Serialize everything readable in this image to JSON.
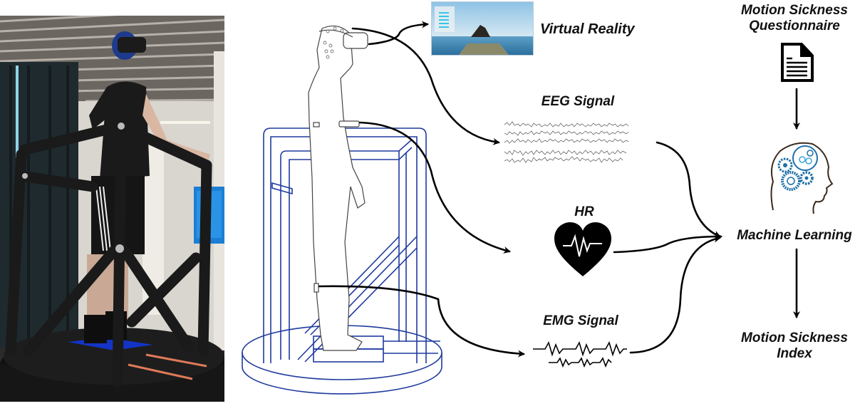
{
  "figure": {
    "photo": {
      "description": "Participant standing on motion platform wearing VR headset and EEG cap"
    },
    "vr_screenshot": {
      "description": "VR scene of ocean with island"
    },
    "labels": {
      "virtual_reality": "Virtual Reality",
      "eeg_signal": "EEG Signal",
      "hr": "HR",
      "emg_signal": "EMG Signal",
      "questionnaire_line1": "Motion Sickness",
      "questionnaire_line2": "Questionnaire",
      "machine_learning": "Machine Learning",
      "index_line1": "Motion Sickness",
      "index_line2": "Index"
    },
    "icons": {
      "questionnaire": "document-icon",
      "heart": "heart-rate-icon",
      "ml": "brain-gears-icon"
    },
    "colors": {
      "frame": "#1f3a9e",
      "arrow": "#000000",
      "gear": "#1e6fa8",
      "gear_light": "#3aa6d6",
      "head_outline": "#3a2a1e",
      "figure_outline": "#444444"
    }
  }
}
